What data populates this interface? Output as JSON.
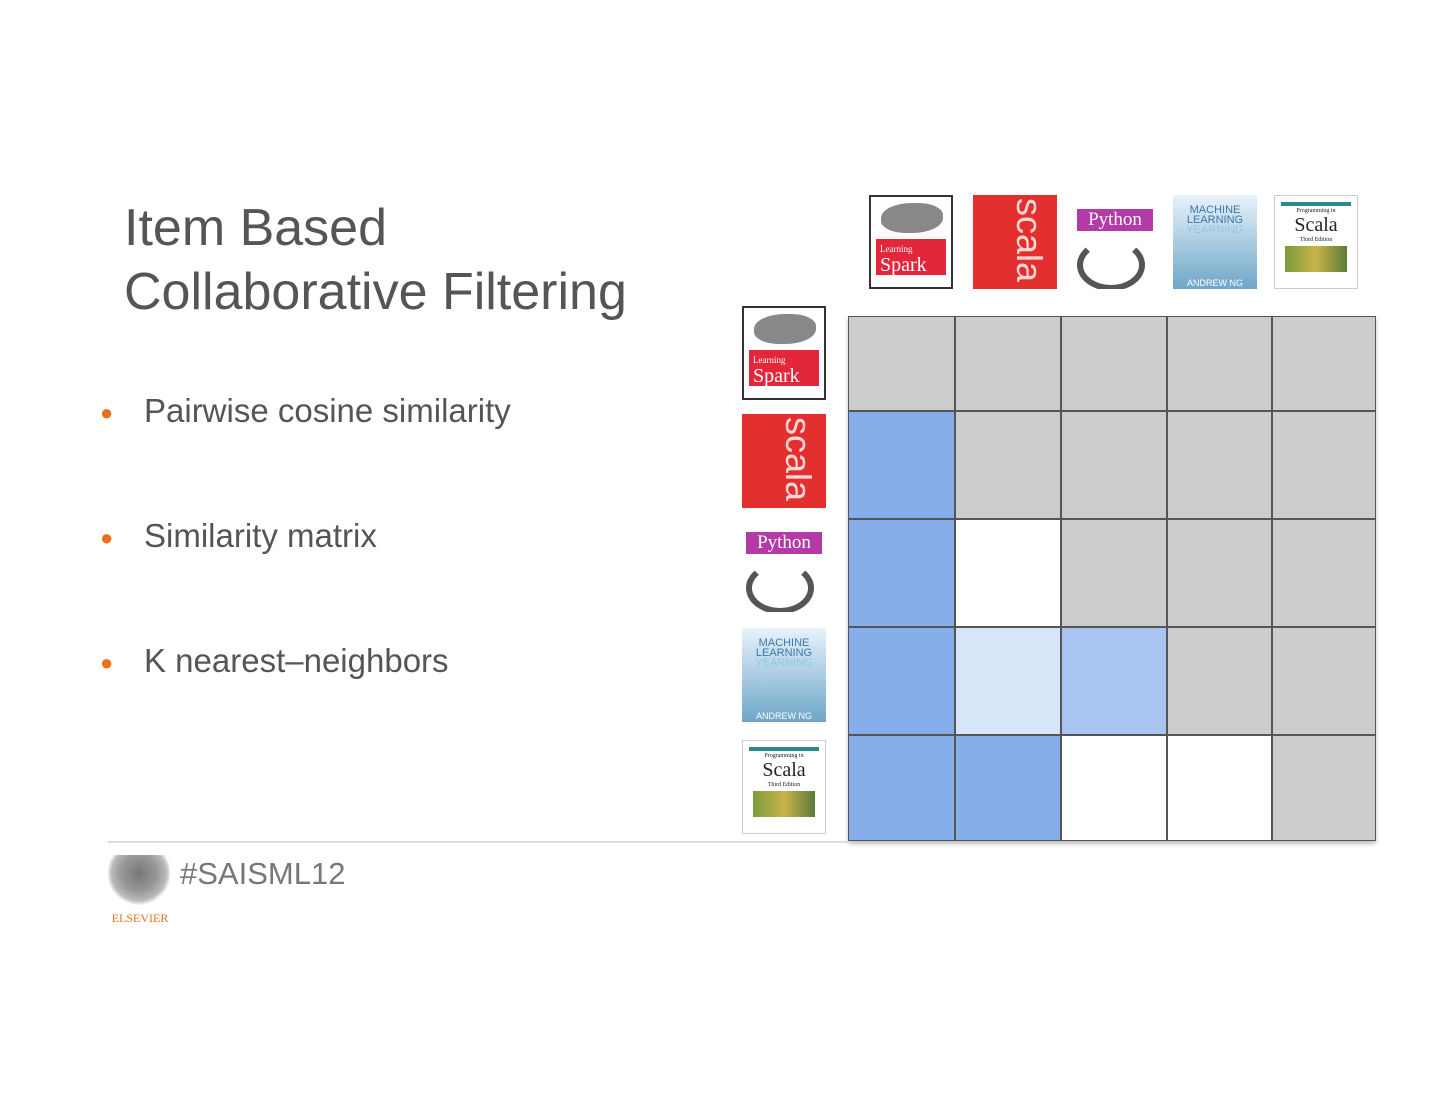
{
  "title_line1": "Item Based",
  "title_line2": "Collaborative Filtering",
  "bullets": [
    "Pairwise cosine similarity",
    "Similarity matrix",
    "K nearest–neighbors"
  ],
  "hashtag": "#SAISML12",
  "logo_text": "ELSEVIER",
  "books": [
    {
      "kind": "spark",
      "small": "Learning",
      "title": "Spark"
    },
    {
      "kind": "scala",
      "title": "scala"
    },
    {
      "kind": "python",
      "title": "Python"
    },
    {
      "kind": "ml",
      "l1": "MACHINE",
      "l2": "LEARNING",
      "l3": "YEARNING",
      "author": "ANDREW NG"
    },
    {
      "kind": "prog",
      "small": "Programming in",
      "title": "Scala",
      "edition": "Third Edition"
    }
  ],
  "colors": {
    "empty": "#cccccc",
    "strong": "#86aeea",
    "medium": "#a9c5f2",
    "light": "#d7e5f9",
    "zero": "#ffffff",
    "bullet": "#e9711c"
  },
  "matrix": [
    [
      "empty",
      "empty",
      "empty",
      "empty",
      "empty"
    ],
    [
      "strong",
      "empty",
      "empty",
      "empty",
      "empty"
    ],
    [
      "strong",
      "zero",
      "empty",
      "empty",
      "empty"
    ],
    [
      "strong",
      "light",
      "medium",
      "empty",
      "empty"
    ],
    [
      "strong",
      "strong",
      "zero",
      "zero",
      "empty"
    ]
  ]
}
